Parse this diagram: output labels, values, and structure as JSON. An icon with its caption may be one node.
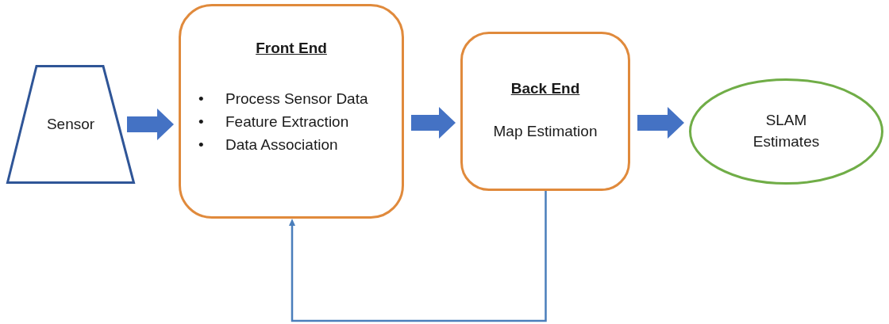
{
  "diagram": {
    "nodes": [
      {
        "text": [
          "Sensor"
        ]
      },
      {
        "text": [
          "Front End",
          "Process Sensor Data",
          "Feature Extraction",
          "Data Association"
        ]
      },
      {
        "text": [
          "Back End",
          "Map Estimation"
        ]
      },
      {
        "text": [
          "SLAM Estimates"
        ]
      }
    ],
    "edges": [
      {
        "from": 0,
        "to": 1,
        "arrow": "to"
      },
      {
        "from": 1,
        "to": 2,
        "arrow": "to"
      },
      {
        "from": 2,
        "to": 3,
        "arrow": "to"
      },
      {
        "from": 2,
        "to": 1,
        "arrow": "to",
        "color": "#4a7ebb"
      }
    ],
    "labels": [
      "•",
      "•",
      "•"
    ]
  }
}
